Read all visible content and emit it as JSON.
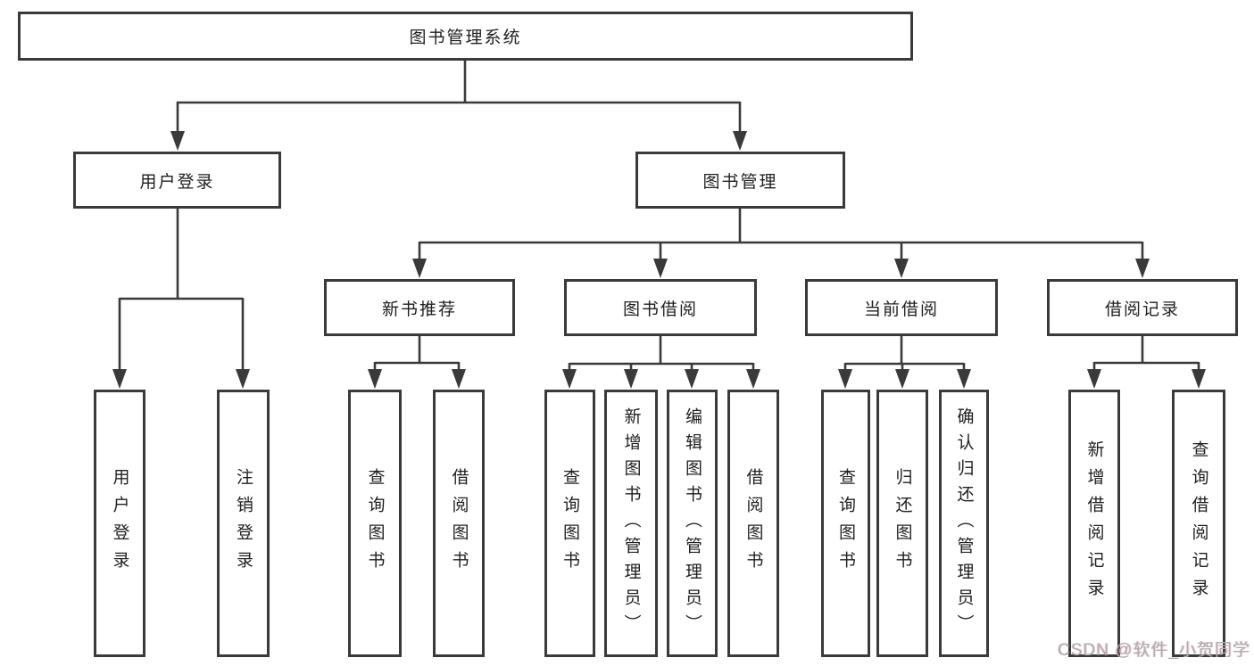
{
  "diagram": {
    "type": "functional-structure-tree",
    "colors": {
      "line": "#3a3a3a",
      "box_border": "#3a3a3a",
      "box_background": "#ffffff",
      "text": "#1f1f1f",
      "watermark": "#b3abab"
    },
    "watermark": "CSDN @软件_小贺同学"
  },
  "tree": {
    "root": {
      "label": "图书管理系统",
      "children": [
        {
          "label": "用户登录",
          "children": [
            {
              "label": "用户登录"
            },
            {
              "label": "注销登录"
            }
          ]
        },
        {
          "label": "图书管理",
          "children": [
            {
              "label": "新书推荐",
              "children": [
                {
                  "label": "查询图书"
                },
                {
                  "label": "借阅图书"
                }
              ]
            },
            {
              "label": "图书借阅",
              "children": [
                {
                  "label": "查询图书"
                },
                {
                  "label": "新增图书（管理员）"
                },
                {
                  "label": "编辑图书（管理员）"
                },
                {
                  "label": "借阅图书"
                }
              ]
            },
            {
              "label": "当前借阅",
              "children": [
                {
                  "label": "查询图书"
                },
                {
                  "label": "归还图书"
                },
                {
                  "label": "确认归还（管理员）"
                }
              ]
            },
            {
              "label": "借阅记录",
              "children": [
                {
                  "label": "新增借阅记录"
                },
                {
                  "label": "查询借阅记录"
                }
              ]
            }
          ]
        }
      ]
    }
  }
}
